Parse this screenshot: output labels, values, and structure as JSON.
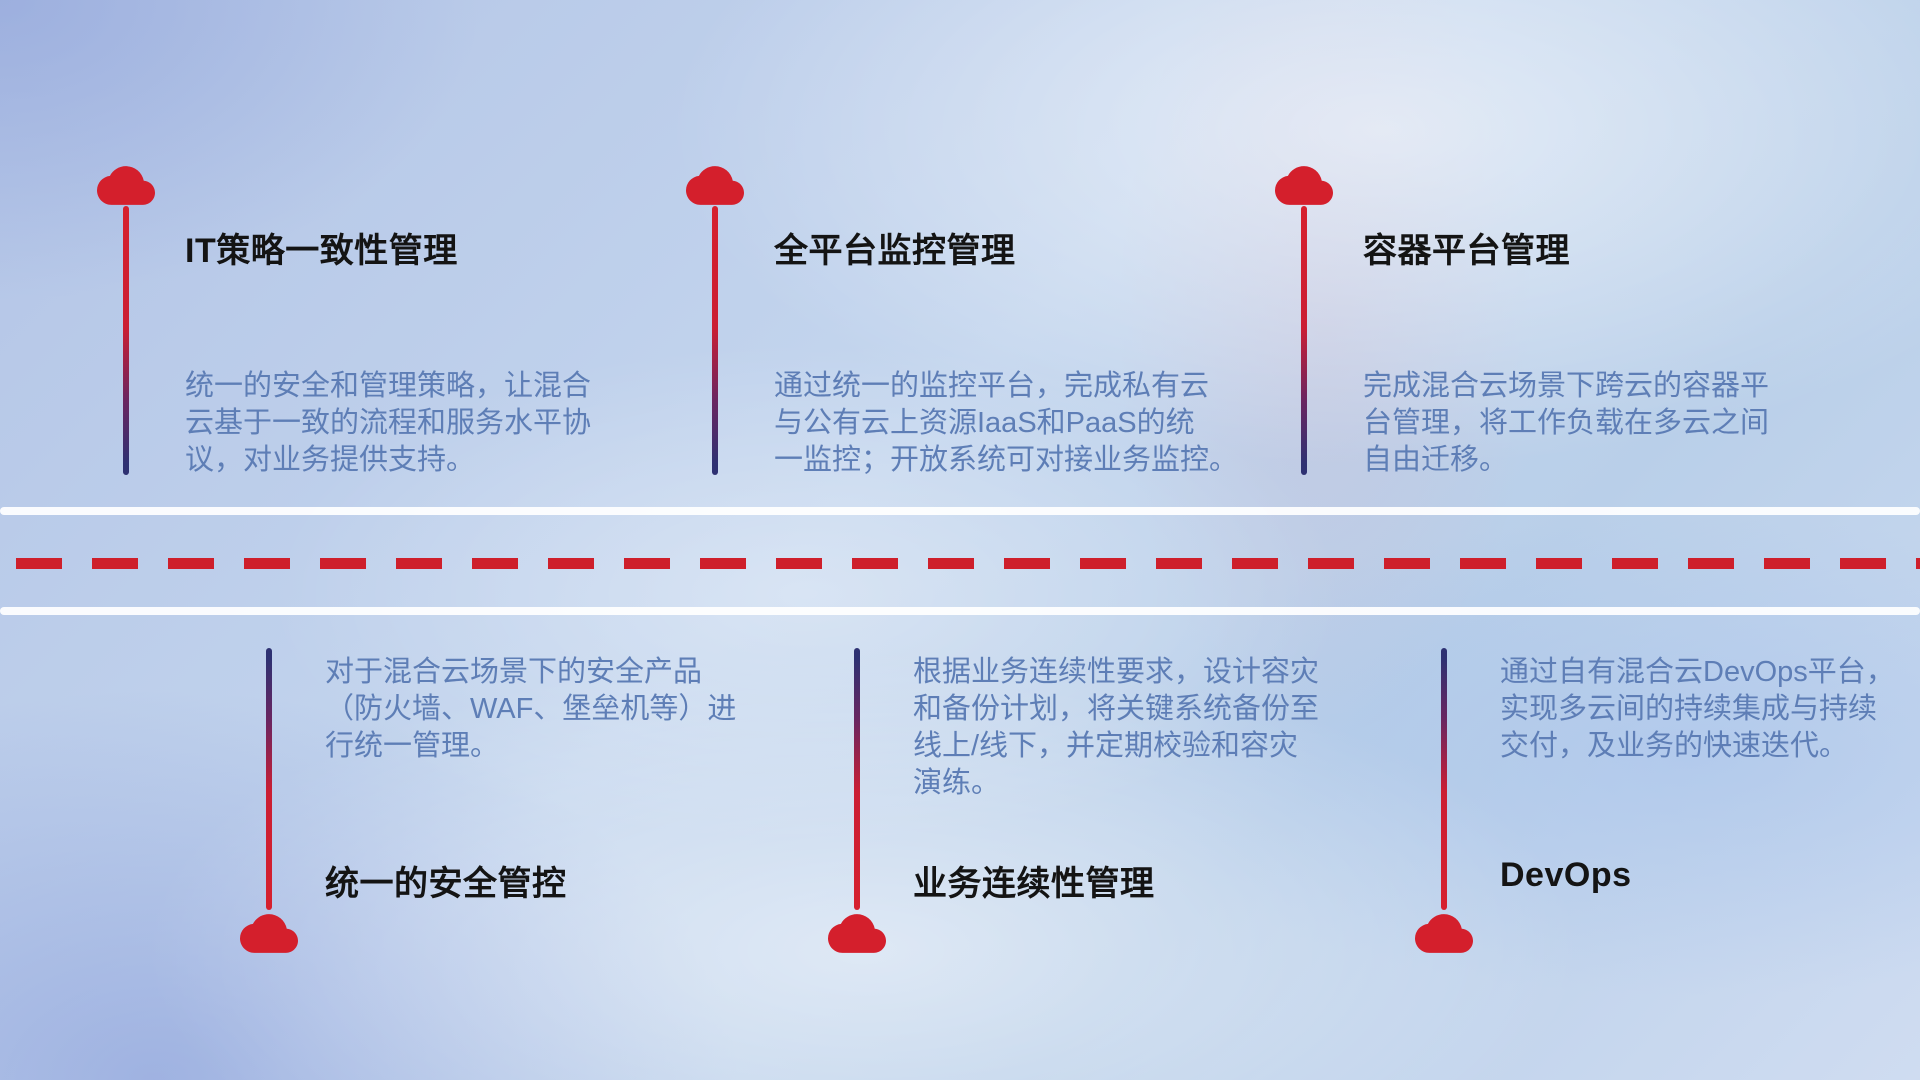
{
  "colors": {
    "accent_red": "#d41f2c",
    "dash_red": "#ce1f2b",
    "pole_navy": "#2e3172",
    "title_text": "#141414",
    "description_text": "#5e7eb6",
    "road_line": "#ffffff",
    "background_blue": "#bccfe9"
  },
  "top_items": [
    {
      "icon": "cloud",
      "title": "IT策略一致性管理",
      "description": "统一的安全和管理策略，让混合\n云基于一致的流程和服务水平协\n议，对业务提供支持。"
    },
    {
      "icon": "cloud",
      "title": "全平台监控管理",
      "description": "通过统一的监控平台，完成私有云\n与公有云上资源IaaS和PaaS的统\n一监控；开放系统可对接业务监控。"
    },
    {
      "icon": "cloud",
      "title": "容器平台管理",
      "description": "完成混合云场景下跨云的容器平\n台管理，将工作负载在多云之间\n自由迁移。"
    }
  ],
  "bottom_items": [
    {
      "icon": "cloud",
      "title": "统一的安全管控",
      "description": "对于混合云场景下的安全产品\n（防火墙、WAF、堡垒机等）进\n行统一管理。"
    },
    {
      "icon": "cloud",
      "title": "业务连续性管理",
      "description": "根据业务连续性要求，设计容灾\n和备份计划，将关键系统备份至\n线上/线下，并定期校验和容灾\n演练。"
    },
    {
      "icon": "cloud",
      "title": "DevOps",
      "description": "通过自有混合云DevOps平台，\n实现多云间的持续集成与持续\n交付，及业务的快速迭代。"
    }
  ]
}
